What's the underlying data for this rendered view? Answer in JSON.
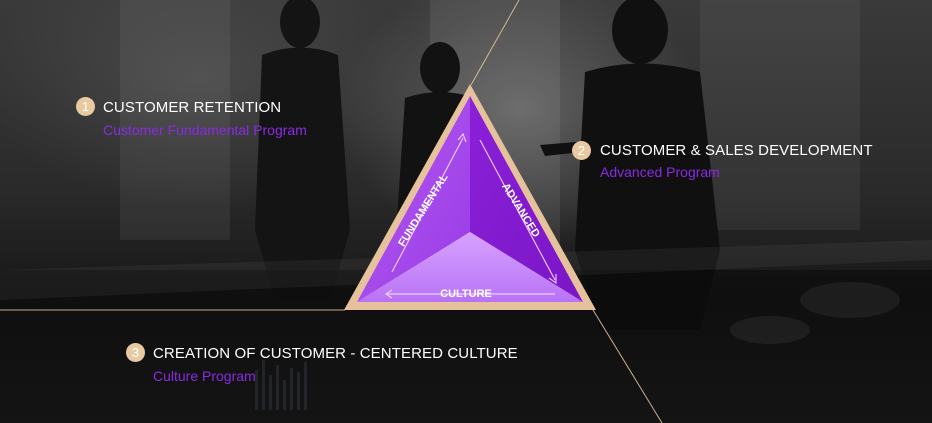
{
  "items": [
    {
      "number": "1",
      "title": "CUSTOMER RETENTION",
      "subtitle": "Customer Fundamental Program"
    },
    {
      "number": "2",
      "title": "CUSTOMER & SALES DEVELOPMENT",
      "subtitle": "Advanced Program"
    },
    {
      "number": "3",
      "title": "CREATION OF CUSTOMER - CENTERED CULTURE",
      "subtitle": "Culture Program"
    }
  ],
  "pyramid": {
    "left_face": "FUNDAMENTAL",
    "right_face": "ADVANCED",
    "bottom_face": "CULTURE"
  },
  "colors": {
    "accent": "#8a2be2",
    "badge": "#e8c9a2",
    "border": "#e8c9a2",
    "text": "#ffffff"
  }
}
